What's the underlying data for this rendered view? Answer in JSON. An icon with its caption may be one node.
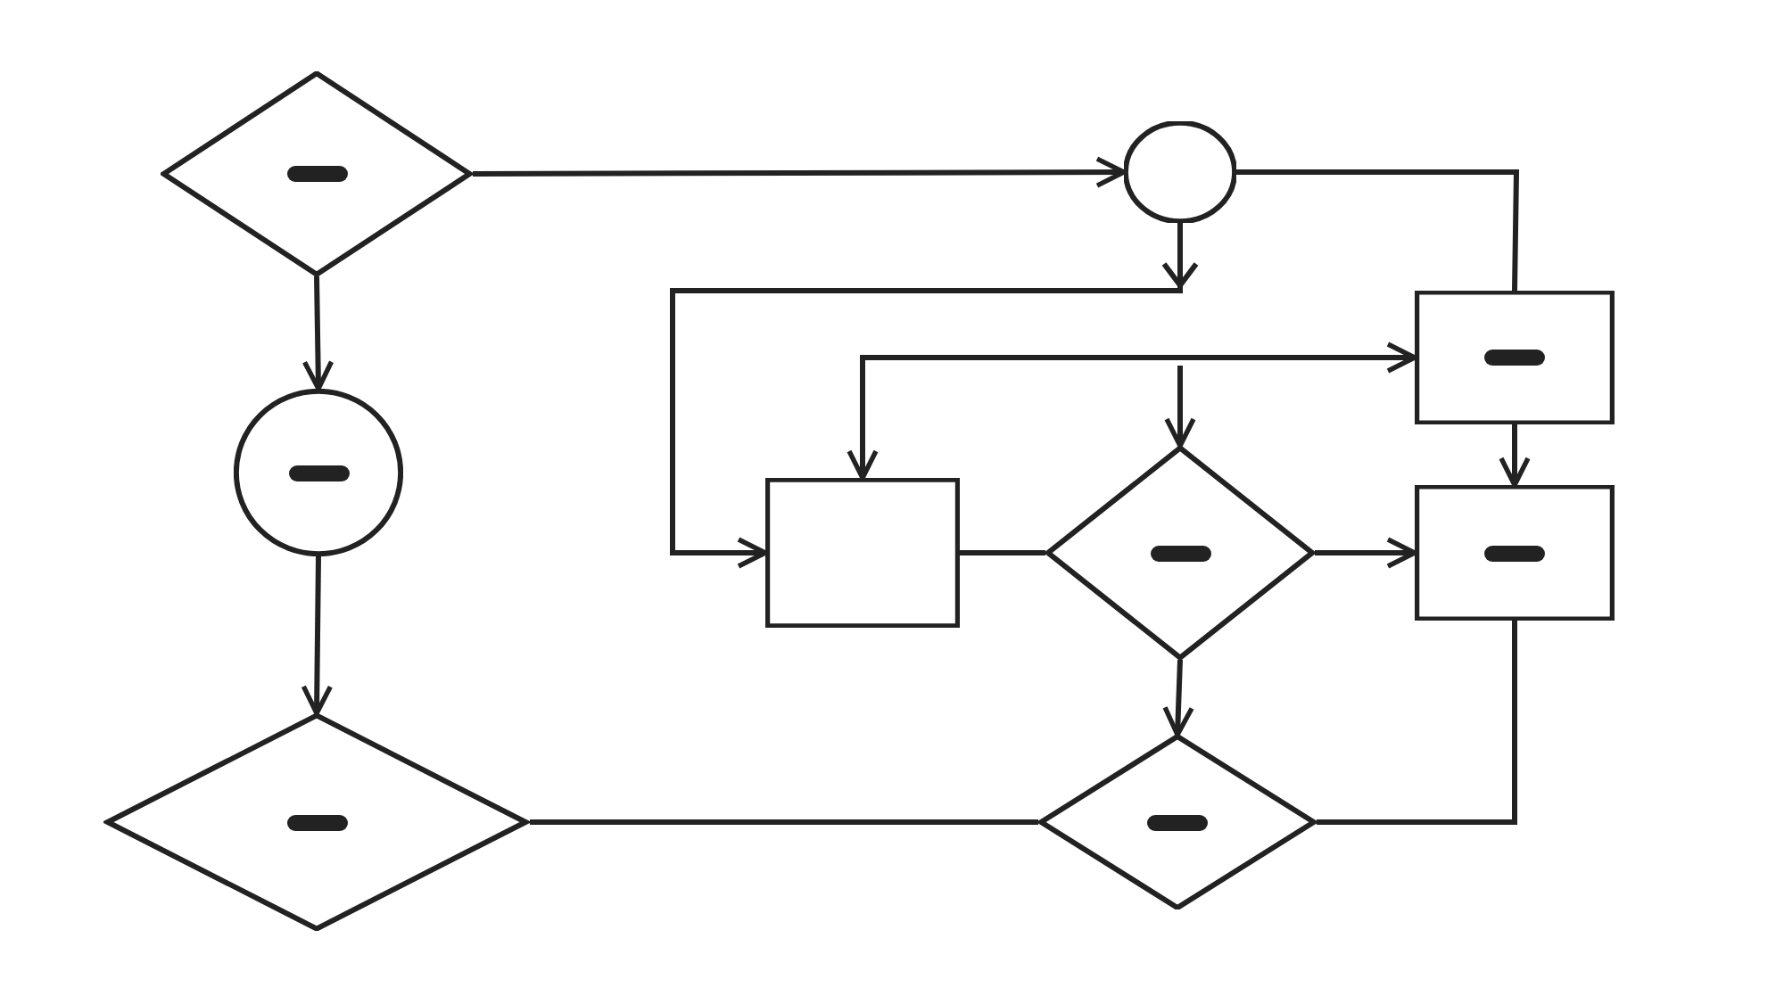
{
  "diagram": {
    "nodes": [
      {
        "text": [],
        "shape": "diamond"
      },
      {
        "text": [],
        "shape": "circle"
      },
      {
        "text": [],
        "shape": "box"
      },
      {
        "text": [],
        "shape": "circle"
      },
      {
        "text": [],
        "shape": "box"
      },
      {
        "text": [],
        "shape": "diamond"
      },
      {
        "text": [],
        "shape": "box"
      },
      {
        "text": [],
        "shape": "diamond"
      },
      {
        "text": [],
        "shape": "diamond"
      }
    ],
    "edges": [
      {
        "from": 0,
        "to": 1,
        "arrow": "to"
      },
      {
        "from": 0,
        "to": 3,
        "arrow": "to"
      },
      {
        "from": 3,
        "to": 7,
        "arrow": "to"
      },
      {
        "from": 7,
        "to": 8,
        "arrow": "none"
      },
      {
        "from": 1,
        "to": 2,
        "arrow": "none"
      },
      {
        "from": 1,
        "to": 4,
        "arrow": "to"
      },
      {
        "from": 4,
        "to": 2,
        "arrow": "both"
      },
      {
        "from": null,
        "to": 5,
        "arrow": "to"
      },
      {
        "from": 4,
        "to": 5,
        "arrow": "none"
      },
      {
        "from": 5,
        "to": 6,
        "arrow": "to"
      },
      {
        "from": 5,
        "to": 8,
        "arrow": "to"
      },
      {
        "from": 2,
        "to": 6,
        "arrow": "to"
      },
      {
        "from": 6,
        "to": 8,
        "arrow": "none"
      }
    ]
  }
}
